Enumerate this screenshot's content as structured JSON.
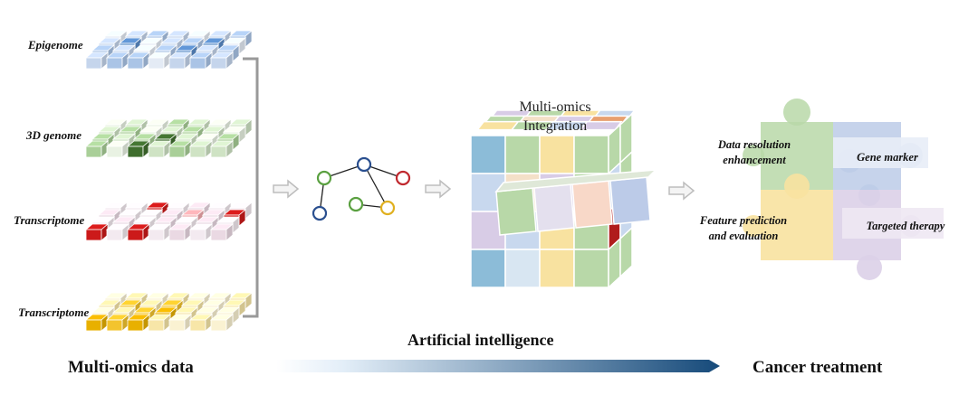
{
  "omics_layers": [
    {
      "label": "Epigenome",
      "palette": [
        "#c5d5ec",
        "#aac4e6",
        "#5a8cc8",
        "#e4ebf5"
      ]
    },
    {
      "label": "3D genome",
      "palette": [
        "#cfe3c4",
        "#a9cf98",
        "#3f6e2e",
        "#e9f2e3"
      ]
    },
    {
      "label": "Transcriptome",
      "palette": [
        "#ead9e3",
        "#cc1a1a",
        "#f2a9ae",
        "#f3eaf0"
      ]
    },
    {
      "label": "Transcriptome",
      "palette": [
        "#f7e6a8",
        "#f3c42e",
        "#e8b000",
        "#faf2d2"
      ]
    }
  ],
  "cube_title": [
    "Multi-omics",
    "Integration"
  ],
  "puzzle_labels": {
    "resolution": [
      "Data resolution",
      "enhancement"
    ],
    "gene_marker": "Gene marker",
    "feature": [
      "Feature prediction",
      "and evaluation"
    ],
    "therapy": "Targeted therapy"
  },
  "arrow_label": "Artificial intelligence",
  "left_caption": "Multi-omics data",
  "right_caption": "Cancer treatment",
  "colors": {
    "gradient_start": "#eaf2fa",
    "gradient_end": "#164a7a",
    "node_blue": "#2a4f8f",
    "node_green": "#5aa040",
    "node_red": "#c0282e",
    "node_yellow": "#e0b020",
    "puzzle_green": "#b8d8a8",
    "puzzle_blue": "#bccbe8",
    "puzzle_yellow": "#f8e2a0",
    "puzzle_purple": "#dcd0e8"
  }
}
